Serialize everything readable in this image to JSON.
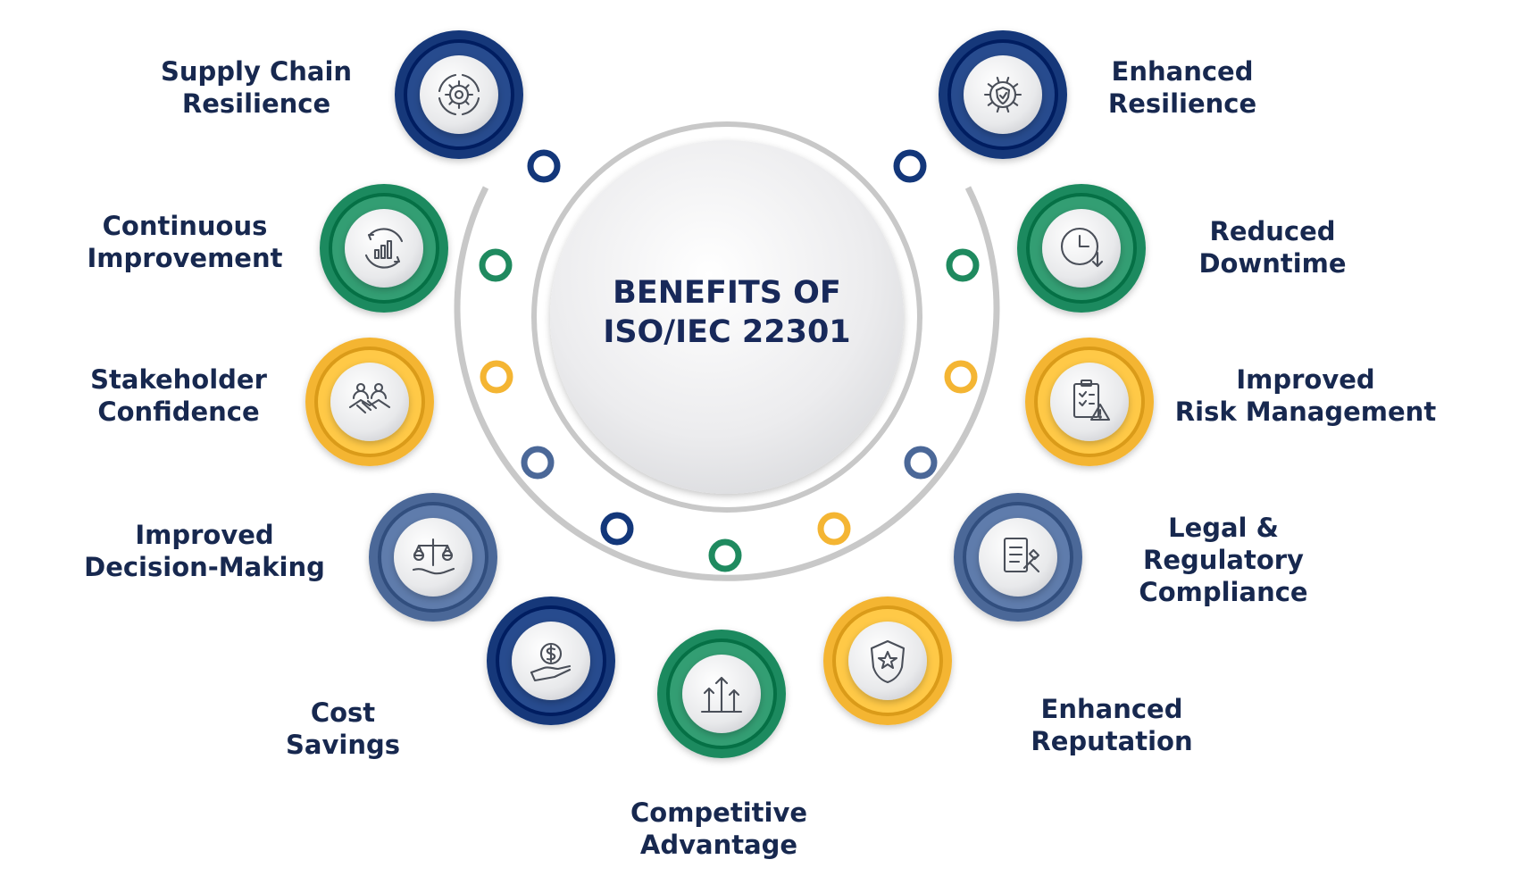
{
  "title_lines": [
    "BENEFITS OF",
    "ISO/IEC 22301"
  ],
  "colors": {
    "navy": "#13377a",
    "green": "#1f8a5f",
    "gold": "#f4b533",
    "slate": "#4b6898",
    "text": "#17284f",
    "ring": "#c8c8c8"
  },
  "benefits": [
    {
      "id": "supply-chain-resilience",
      "lines": [
        "Supply Chain",
        "Resilience"
      ],
      "color": "navy",
      "icon": "gear-cycle-icon"
    },
    {
      "id": "continuous-improvement",
      "lines": [
        "Continuous",
        "Improvement"
      ],
      "color": "green",
      "icon": "growth-cycle-icon"
    },
    {
      "id": "stakeholder-confidence",
      "lines": [
        "Stakeholder",
        "Confidence"
      ],
      "color": "gold",
      "icon": "handshake-icon"
    },
    {
      "id": "improved-decision-making",
      "lines": [
        "Improved",
        "Decision-Making"
      ],
      "color": "slate",
      "icon": "balance-scale-icon"
    },
    {
      "id": "cost-savings",
      "lines": [
        "Cost",
        "Savings"
      ],
      "color": "navy",
      "icon": "money-hand-icon"
    },
    {
      "id": "competitive-advantage",
      "lines": [
        "Competitive",
        "Advantage"
      ],
      "color": "green",
      "icon": "rising-arrows-icon"
    },
    {
      "id": "enhanced-reputation",
      "lines": [
        "Enhanced",
        "Reputation"
      ],
      "color": "gold",
      "icon": "shield-star-icon"
    },
    {
      "id": "legal-regulatory-compliance",
      "lines": [
        "Legal &",
        "Regulatory",
        "Compliance"
      ],
      "color": "slate",
      "icon": "compliance-document-icon"
    },
    {
      "id": "improved-risk-management",
      "lines": [
        "Improved",
        "Risk Management"
      ],
      "color": "gold",
      "icon": "risk-checklist-icon"
    },
    {
      "id": "reduced-downtime",
      "lines": [
        "Reduced",
        "Downtime"
      ],
      "color": "green",
      "icon": "clock-down-icon"
    },
    {
      "id": "enhanced-resilience",
      "lines": [
        "Enhanced",
        "Resilience"
      ],
      "color": "navy",
      "icon": "gear-shield-icon"
    }
  ],
  "connectors": [
    {
      "color": "navy"
    },
    {
      "color": "green"
    },
    {
      "color": "gold"
    },
    {
      "color": "slate"
    },
    {
      "color": "navy"
    },
    {
      "color": "green"
    },
    {
      "color": "gold"
    },
    {
      "color": "slate"
    },
    {
      "color": "gold"
    },
    {
      "color": "green"
    },
    {
      "color": "navy"
    }
  ]
}
